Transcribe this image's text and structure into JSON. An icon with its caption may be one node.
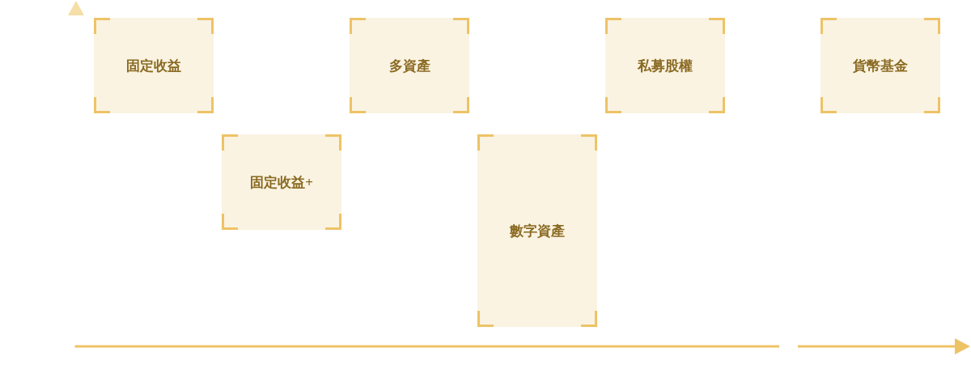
{
  "diagram": {
    "nodes": [
      {
        "text": [
          "固定收益"
        ]
      },
      {
        "text": [
          "多資產"
        ]
      },
      {
        "text": [
          "私募股權"
        ]
      },
      {
        "text": [
          "貨幣基金"
        ]
      },
      {
        "text": [
          "固定收益+"
        ]
      },
      {
        "text": [
          "數字資產"
        ]
      }
    ]
  }
}
